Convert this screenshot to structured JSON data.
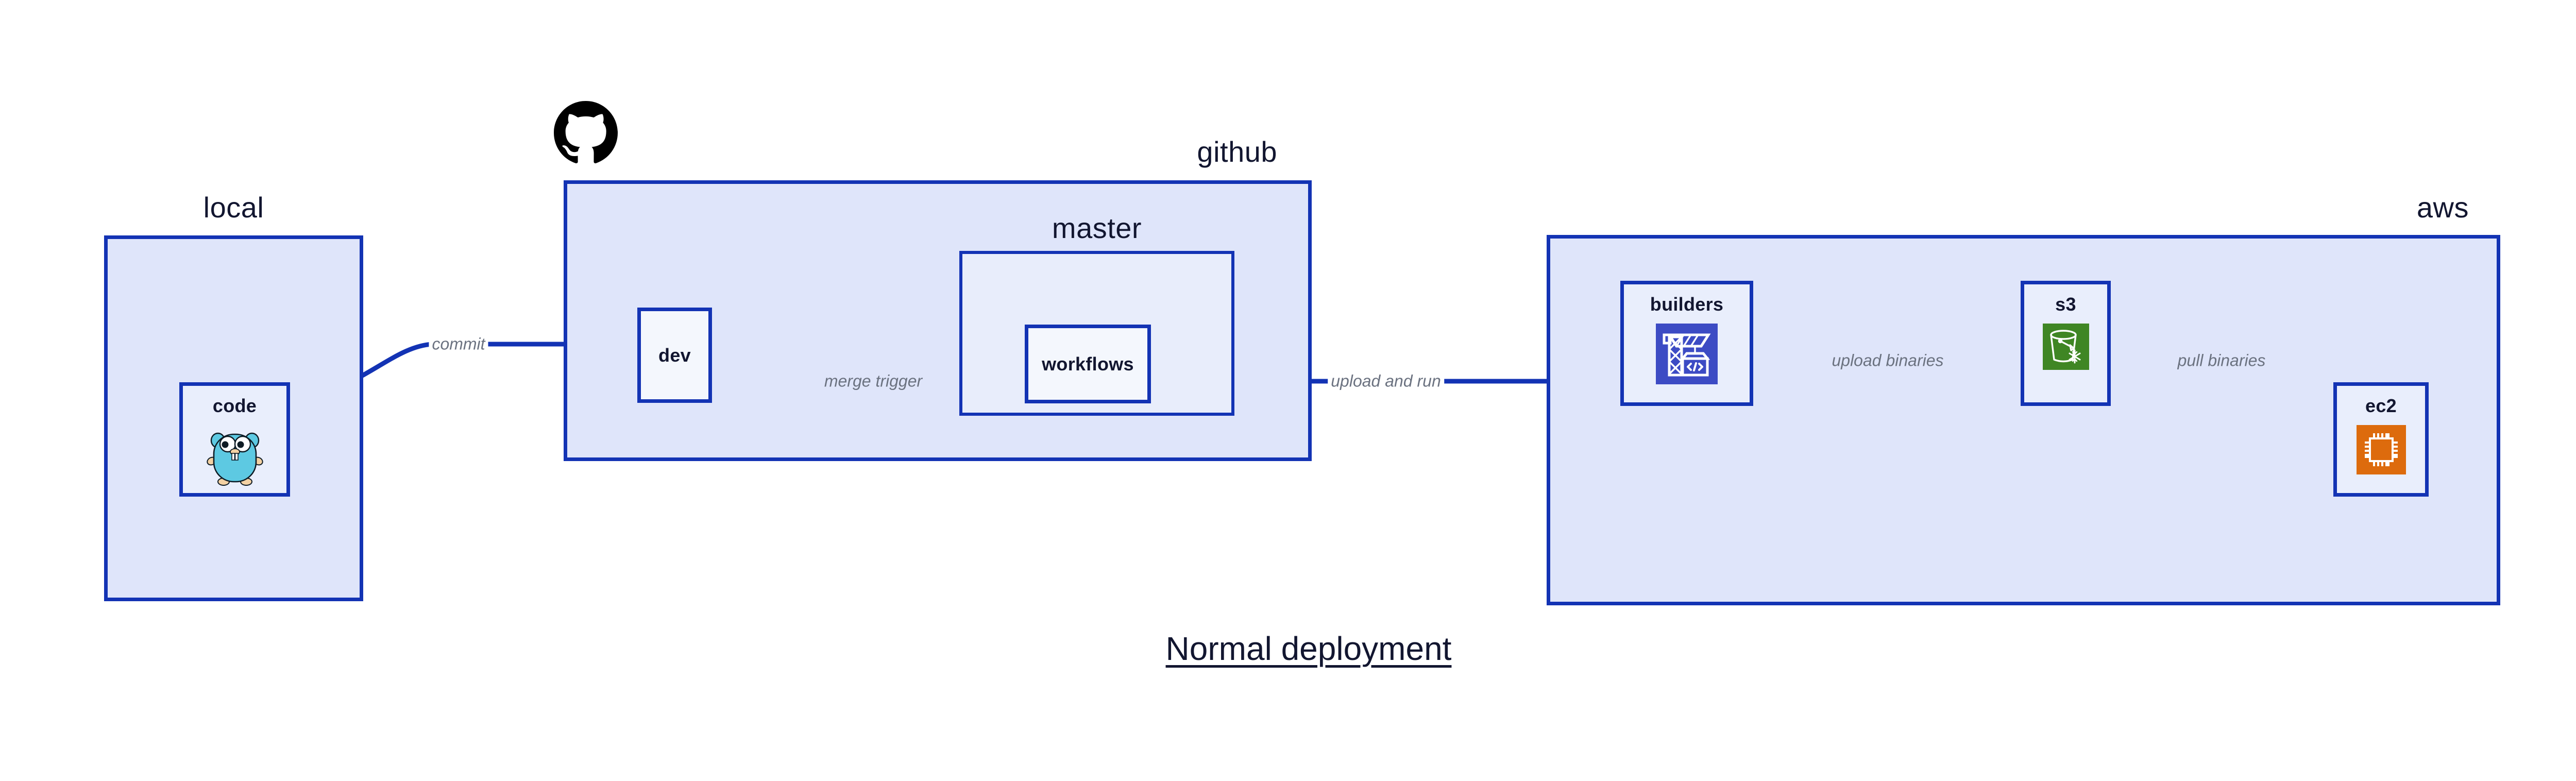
{
  "title": "Normal deployment",
  "colors": {
    "group_fill": "#dfe5fa",
    "group_fill_nested": "#e8edfb",
    "node_fill": "#e9eefc",
    "border_blue": "#1333b4",
    "text_navy": "#121630",
    "edge_label_gray": "#6b7280",
    "codebuild_blue": "#3c4bc4",
    "s3_green": "#3f8624",
    "ec2_orange": "#dd6b0d",
    "gopher_cyan": "#5dc9e2",
    "octocat_black": "#000000"
  },
  "groups": [
    {
      "id": "local",
      "label": "local",
      "label_align": "center"
    },
    {
      "id": "github",
      "label": "github",
      "label_align": "right"
    },
    {
      "id": "master",
      "label": "master",
      "label_align": "center"
    },
    {
      "id": "aws",
      "label": "aws",
      "label_align": "right"
    }
  ],
  "nodes": [
    {
      "id": "code",
      "label": "code",
      "icon": "go-gopher-icon"
    },
    {
      "id": "dev",
      "label": "dev",
      "icon": null
    },
    {
      "id": "workflows",
      "label": "workflows",
      "icon": null
    },
    {
      "id": "builders",
      "label": "builders",
      "icon": "aws-codebuild-icon"
    },
    {
      "id": "s3",
      "label": "s3",
      "icon": "aws-s3-glacier-icon"
    },
    {
      "id": "ec2",
      "label": "ec2",
      "icon": "aws-ec2-chip-icon"
    }
  ],
  "edges": [
    {
      "id": "commit",
      "label": "commit",
      "from": "code",
      "to": "dev"
    },
    {
      "id": "merge-trigger",
      "label": "merge trigger",
      "from": "dev",
      "to": "workflows"
    },
    {
      "id": "upload-and-run",
      "label": "upload and run",
      "from": "workflows",
      "to": "builders"
    },
    {
      "id": "upload-binaries",
      "label": "upload binaries",
      "from": "builders",
      "to": "s3"
    },
    {
      "id": "pull-binaries",
      "label": "pull binaries",
      "from": "s3",
      "to": "ec2"
    }
  ],
  "icons": {
    "octocat": "github-octocat-logo"
  }
}
